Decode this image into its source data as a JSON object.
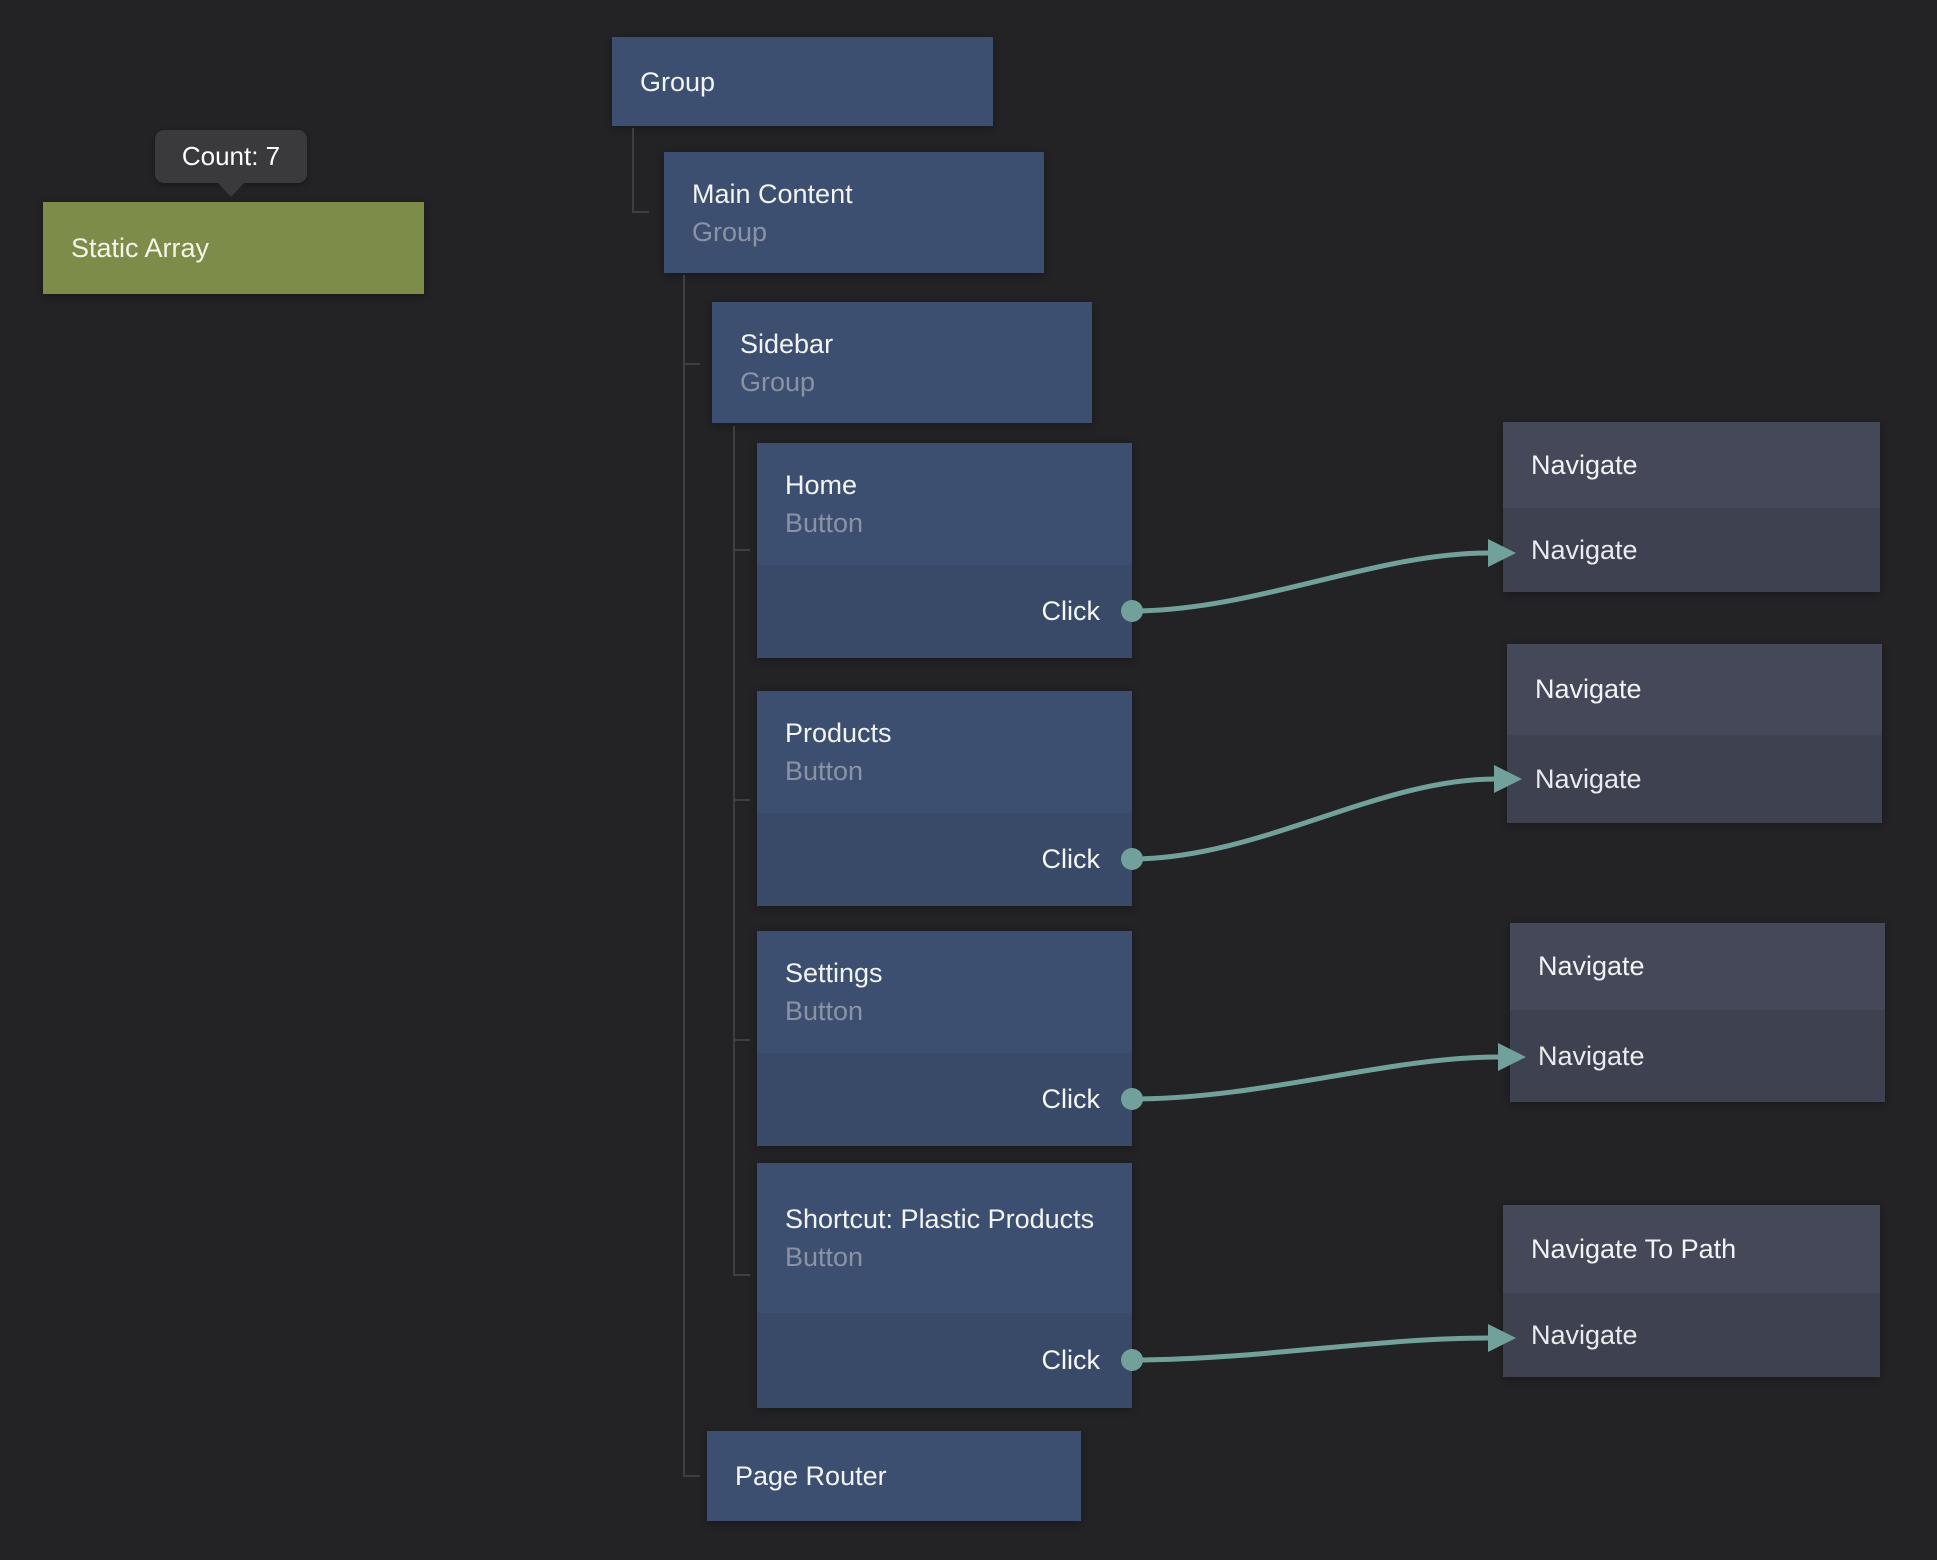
{
  "tooltip": {
    "text": "Count: 7"
  },
  "static_array": {
    "title": "Static Array"
  },
  "tree": {
    "root": {
      "title": "Group"
    },
    "main_content": {
      "title": "Main Content",
      "subtitle": "Group"
    },
    "sidebar": {
      "title": "Sidebar",
      "subtitle": "Group"
    },
    "buttons": [
      {
        "title": "Home",
        "subtitle": "Button",
        "port_label": "Click"
      },
      {
        "title": "Products",
        "subtitle": "Button",
        "port_label": "Click"
      },
      {
        "title": "Settings",
        "subtitle": "Button",
        "port_label": "Click"
      },
      {
        "title": "Shortcut: Plastic Products",
        "subtitle": "Button",
        "port_label": "Click"
      }
    ],
    "page_router": {
      "title": "Page Router"
    }
  },
  "actions": [
    {
      "title": "Navigate",
      "input_label": "Navigate"
    },
    {
      "title": "Navigate",
      "input_label": "Navigate"
    },
    {
      "title": "Navigate",
      "input_label": "Navigate"
    },
    {
      "title": "Navigate To Path",
      "input_label": "Navigate"
    }
  ],
  "colors": {
    "background": "#232325",
    "node_blue_header": "#3d4f71",
    "node_blue_body": "#394a68",
    "node_green": "#7d8c49",
    "action_header": "#454859",
    "action_body": "#3e4150",
    "accent_teal": "#72a19b",
    "tree_line": "#3f3f42",
    "subtitle_text": "#8a92a4",
    "tooltip_bg": "#3a3a3d"
  }
}
